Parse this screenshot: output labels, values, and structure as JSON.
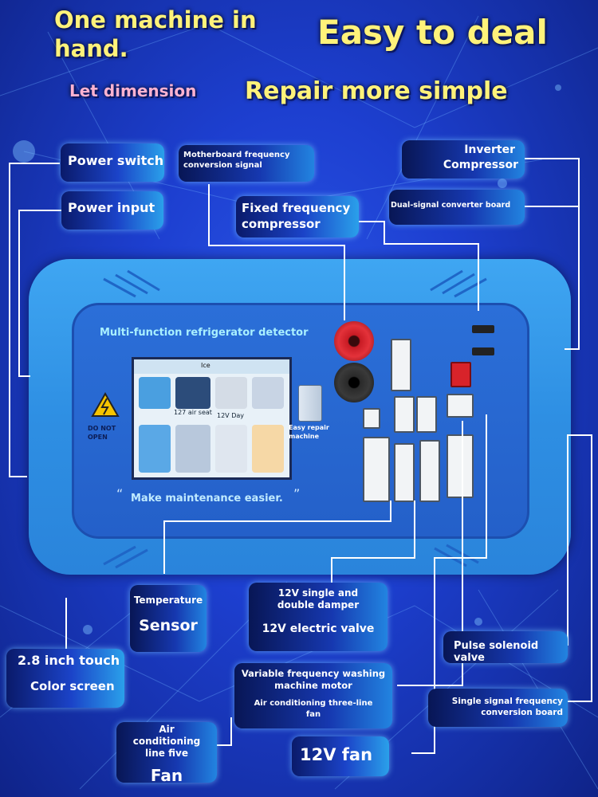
{
  "headline": {
    "line1": "One machine in",
    "line2": "hand.",
    "right": "Easy to deal",
    "sub_left": "Let dimension",
    "sub_right": "Repair more simple"
  },
  "labels": {
    "power_switch": "Power switch",
    "power_input": "Power input",
    "motherboard_signal": "Motherboard frequency conversion signal",
    "fixed_compressor": "Fixed frequency compressor",
    "inverter_line1": "Inverter",
    "inverter_line2": "Compressor",
    "dual_signal": "Dual-signal converter board",
    "temperature_line1": "Temperature",
    "temperature_line2": "Sensor",
    "damper_line1": "12V single and double damper",
    "damper_line2": "12V electric valve",
    "touch_line1": "2.8 inch touch",
    "touch_line2": "Color screen",
    "washing_line1": "Variable frequency washing machine motor",
    "washing_line2": "Air conditioning three-line fan",
    "pulse": "Pulse solenoid valve",
    "single_signal": "Single signal frequency conversion board",
    "ac_line1": "Air conditioning line five",
    "ac_line2": "Fan",
    "fan12": "12V fan"
  },
  "device": {
    "title": "Multi-function refrigerator detector",
    "slogan": "Make maintenance easier.",
    "quote_open": "“",
    "quote_close": "”",
    "warning": "DO NOT OPEN",
    "fridge_label": "Easy repair machine",
    "screen_tag": "Ice",
    "screen_caption": "127 air seat",
    "screen_caption2": "12V Day"
  },
  "colors": {
    "headline": "#fff27a",
    "sub_left": "#ffb3d1",
    "label_bg": "#1b43c8",
    "device_body": "#3fa6f2",
    "panel": "#2460c9",
    "jack_red": "#d2202a",
    "jack_black": "#1a1a1a"
  }
}
